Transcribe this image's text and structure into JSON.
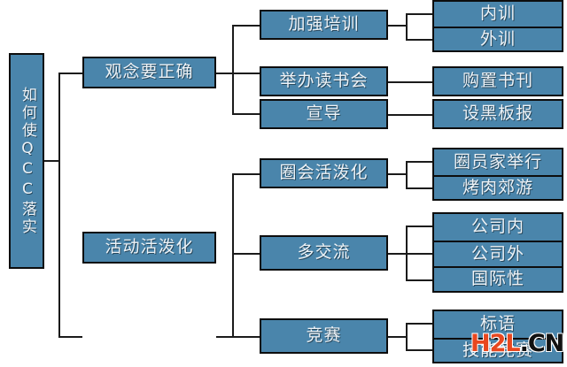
{
  "diagram": {
    "type": "tree",
    "orientation": "left-to-right",
    "colors": {
      "node_fill": "#4a85ab",
      "node_border": "#0d0d0d",
      "node_text": "#eef3f7",
      "connector": "#1b1b1b",
      "background": "#ffffff"
    },
    "root": {
      "label": "如何使QCC落实",
      "orientation": "vertical"
    },
    "branches": [
      {
        "label": "观念要正确",
        "children": [
          {
            "label": "加强培训",
            "children": [
              {
                "label": "内训"
              },
              {
                "label": "外训"
              }
            ]
          },
          {
            "label": "举办读书会",
            "children": [
              {
                "label": "购置书刊"
              }
            ]
          },
          {
            "label": "宣导",
            "children": [
              {
                "label": "设黑板报"
              }
            ]
          }
        ]
      },
      {
        "label": "活动活泼化",
        "children": [
          {
            "label": "圈会活泼化",
            "children": [
              {
                "label": "圈员家举行"
              },
              {
                "label": "烤肉郊游"
              }
            ]
          },
          {
            "label": "多交流",
            "children": [
              {
                "label": "公司内"
              },
              {
                "label": "公司外"
              },
              {
                "label": "国际性"
              }
            ]
          },
          {
            "label": "竞赛",
            "children": [
              {
                "label": "标语"
              },
              {
                "label": "技能竞赛"
              }
            ]
          }
        ]
      }
    ]
  },
  "watermark": {
    "part_a": "H2L",
    "part_b": ".CN"
  }
}
